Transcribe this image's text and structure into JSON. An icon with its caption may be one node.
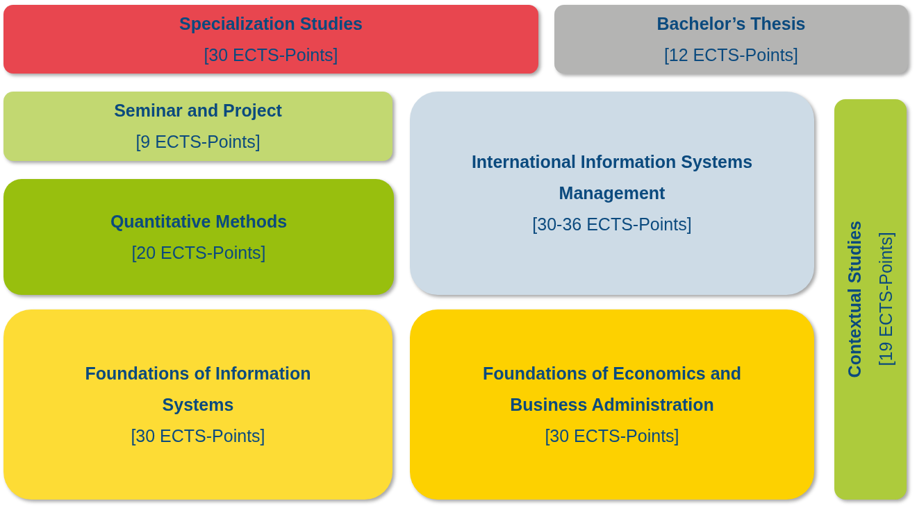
{
  "diagram": {
    "nodes": [
      {
        "text": [
          "Specialization Studies",
          "[30 ECTS-Points]"
        ]
      },
      {
        "text": [
          "Bachelor’s Thesis",
          "[12 ECTS-Points]"
        ]
      },
      {
        "text": [
          "Seminar and Project",
          "[9 ECTS-Points]"
        ]
      },
      {
        "text": [
          "International Information Systems Management",
          "[30-36 ECTS-Points]"
        ]
      },
      {
        "text": [
          "Quantitative Methods",
          "[20 ECTS-Points]"
        ]
      },
      {
        "text": [
          "Contextual Studies",
          "[19 ECTS-Points]"
        ]
      },
      {
        "text": [
          "Foundations of Information Systems",
          "[30 ECTS-Points]"
        ]
      },
      {
        "text": [
          "Foundations of Economics and Business Administration",
          "[30 ECTS-Points]"
        ]
      }
    ]
  }
}
